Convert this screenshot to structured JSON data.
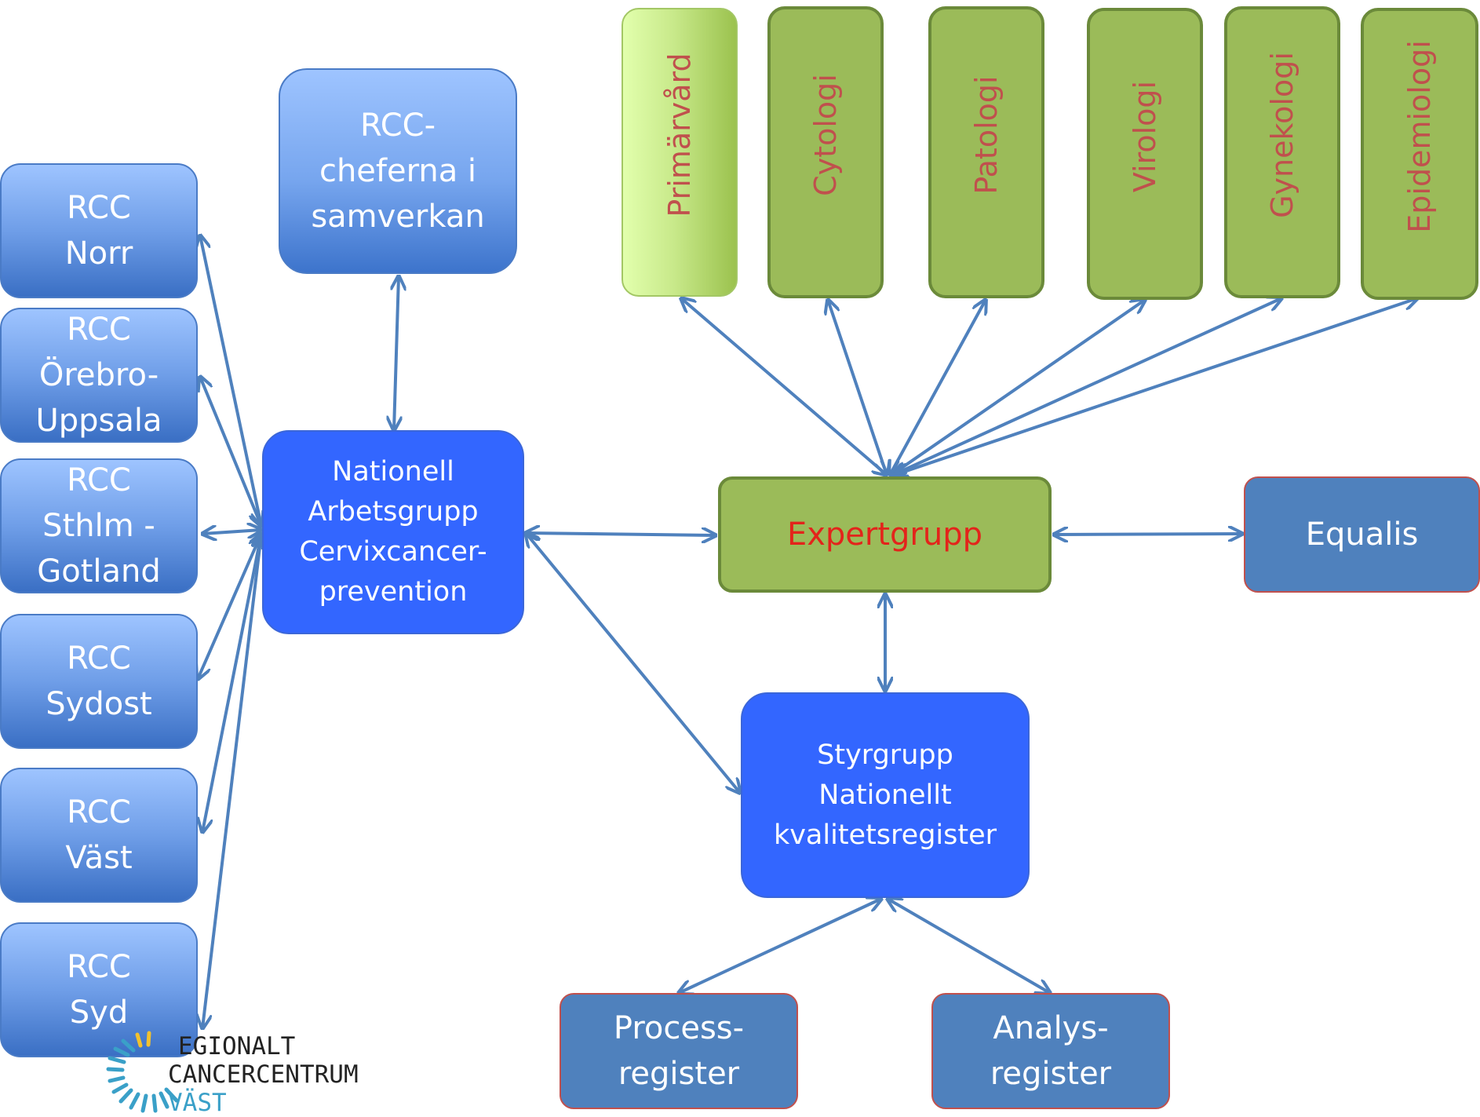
{
  "nodes": {
    "rcc_norr": "RCC\nNorr",
    "rcc_orebro": "RCC\nÖrebro-\nUppsala",
    "rcc_sthlm": "RCC\nSthlm -\nGotland",
    "rcc_sydost": "RCC\nSydost",
    "rcc_vast": "RCC\nVäst",
    "rcc_syd": "RCC\nSyd",
    "rcc_chefer": "RCC-\ncheferna i\nsamverkan",
    "nationell": "Nationell\nArbetsgrupp\nCervixcancer-\nprevention",
    "expertgrupp": "Expertgrupp",
    "equalis": "Equalis",
    "styrgrupp": "Styrgrupp\nNationellt\nkvalitetsregister",
    "processregister": "Process-\nregister",
    "analysregister": "Analys-\nregister"
  },
  "disciplines": [
    "Primärvård",
    "Cytologi",
    "Patologi",
    "Virologi",
    "Gynekologi",
    "Epidemiologi"
  ],
  "logo": {
    "line1": "EGIONALT",
    "line2": "CANCERCENTRUM",
    "line3": "VÄST"
  },
  "colors": {
    "connector": "#4f81bd",
    "rcc_fill": "#6f9ee8",
    "bright_blue": "#3366ff",
    "steel_blue": "#4f81bd",
    "green": "#9bbb59",
    "discipline_text": "#c0504d",
    "expert_text": "#e3241b",
    "logo_teal": "#3aa0c8",
    "logo_yellow": "#f2c12e"
  }
}
